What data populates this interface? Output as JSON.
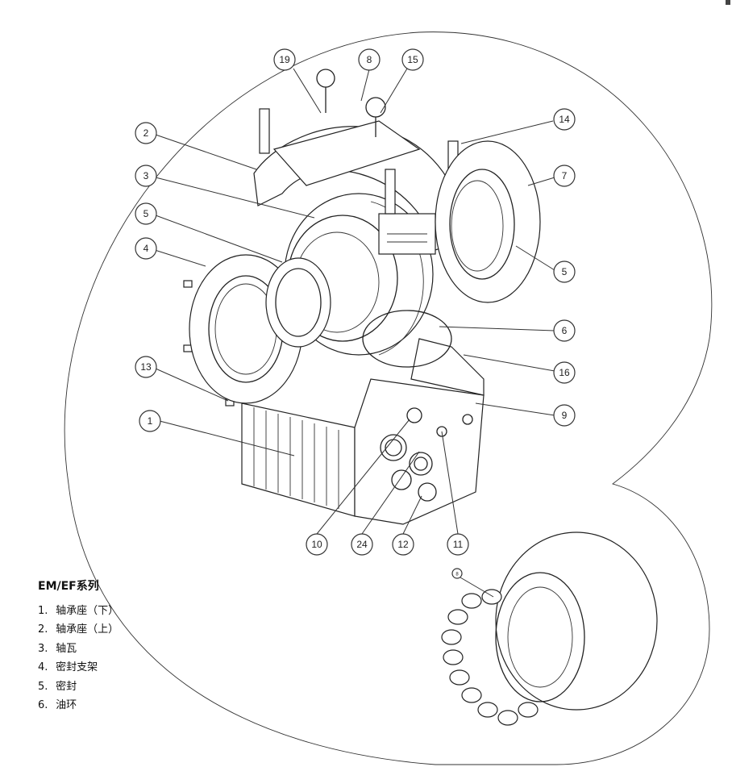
{
  "callouts": [
    {
      "id": "19",
      "label": "19"
    },
    {
      "id": "8",
      "label": "8"
    },
    {
      "id": "15",
      "label": "15"
    },
    {
      "id": "14",
      "label": "14"
    },
    {
      "id": "7",
      "label": "7"
    },
    {
      "id": "2",
      "label": "2"
    },
    {
      "id": "3",
      "label": "3"
    },
    {
      "id": "5a",
      "label": "5"
    },
    {
      "id": "4",
      "label": "4"
    },
    {
      "id": "5b",
      "label": "5"
    },
    {
      "id": "6",
      "label": "6"
    },
    {
      "id": "16",
      "label": "16"
    },
    {
      "id": "13",
      "label": "13"
    },
    {
      "id": "9",
      "label": "9"
    },
    {
      "id": "1",
      "label": "1"
    },
    {
      "id": "10",
      "label": "10"
    },
    {
      "id": "24",
      "label": "24"
    },
    {
      "id": "12",
      "label": "12"
    },
    {
      "id": "11",
      "label": "11"
    },
    {
      "id": "8b",
      "label": "8"
    }
  ],
  "legend": {
    "title": "EM/EF系列",
    "items": [
      {
        "num": "1.",
        "text": "轴承座（下）"
      },
      {
        "num": "2.",
        "text": "轴承座（上）"
      },
      {
        "num": "3.",
        "text": "轴瓦"
      },
      {
        "num": "4.",
        "text": "密封支架"
      },
      {
        "num": "5.",
        "text": "密封"
      },
      {
        "num": "6.",
        "text": "油环"
      }
    ]
  }
}
